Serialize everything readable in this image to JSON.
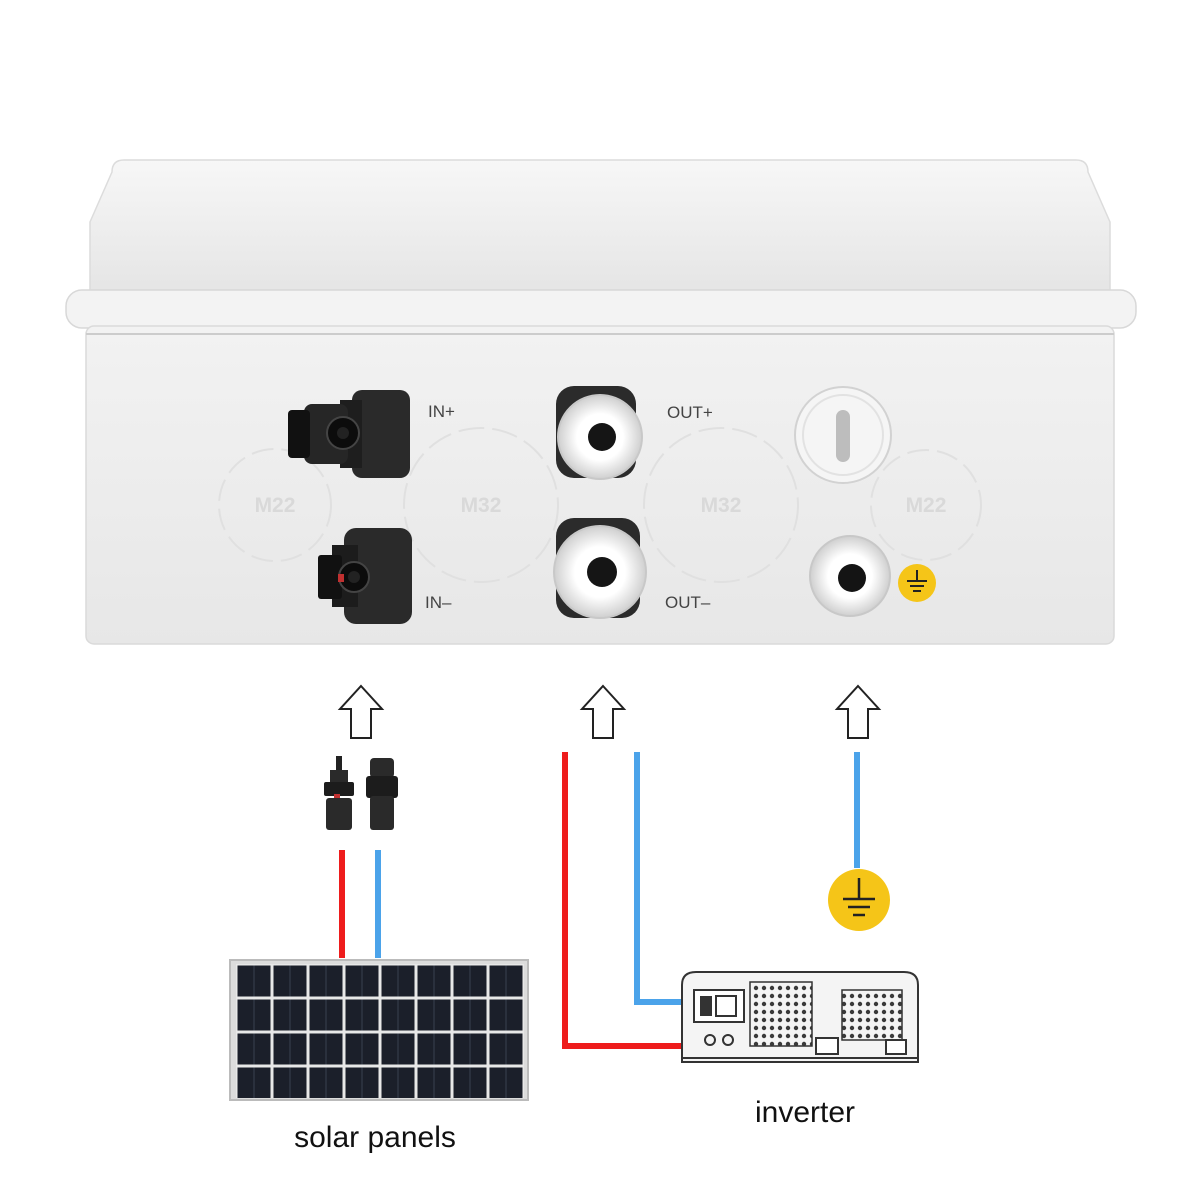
{
  "box": {
    "port_labels": {
      "in_plus": "IN+",
      "in_minus": "IN–",
      "out_plus": "OUT+",
      "out_minus": "OUT–"
    },
    "knockouts": {
      "left_m22": "M22",
      "mid_left_m32": "M32",
      "mid_right_m32": "M32",
      "right_m22": "M22"
    },
    "ground_badge_icon": "ground-symbol-icon"
  },
  "devices": {
    "solar_label": "solar panels",
    "inverter_label": "inverter"
  },
  "colors": {
    "positive_wire": "#ee1c1c",
    "negative_wire": "#4ba3ea",
    "ground_badge": "#f5c518",
    "enclosure": "#eeeeee",
    "solar_cell": "#1b1f2a"
  },
  "icons": [
    "up-arrow-icon",
    "mc4-connector-icon",
    "ground-symbol-icon",
    "cable-gland-icon"
  ]
}
